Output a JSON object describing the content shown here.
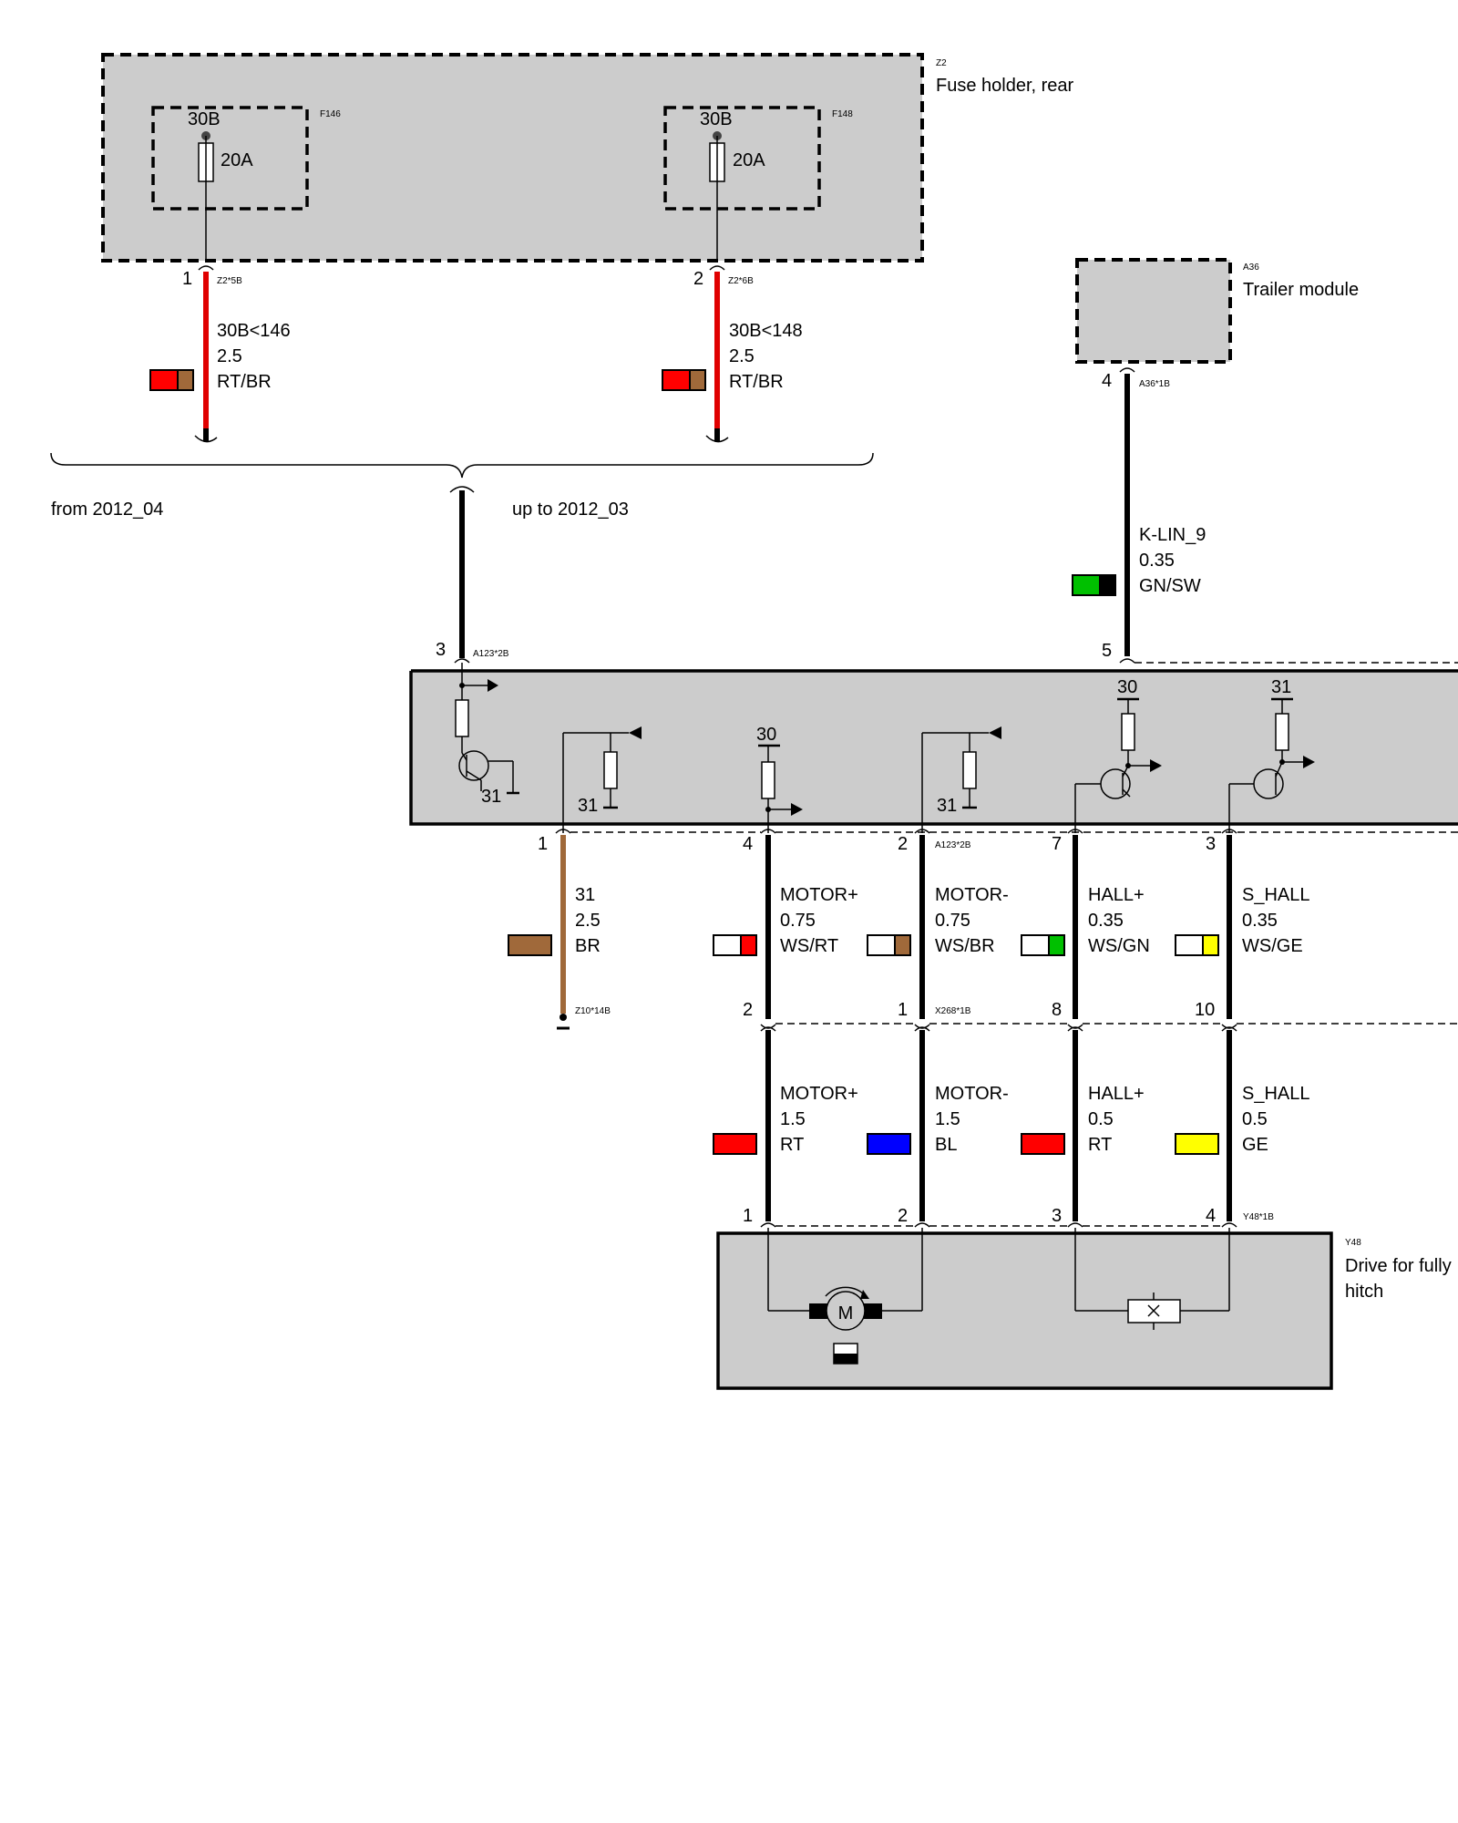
{
  "components": {
    "z2": {
      "id": "Z2",
      "name": "Fuse holder, rear"
    },
    "f146": {
      "id": "F146",
      "terminal": "30B",
      "rating": "20A"
    },
    "f148": {
      "id": "F148",
      "terminal": "30B",
      "rating": "20A"
    },
    "a36": {
      "id": "A36",
      "name": "Trailer module"
    },
    "y48": {
      "id": "Y48",
      "name_line1": "Drive for fully",
      "name_line2": "hitch"
    }
  },
  "brace": {
    "left_label": "from 2012_04",
    "right_label": "up to 2012_03"
  },
  "connectors": {
    "z2_5b": "Z2*5B",
    "z2_6b": "Z2*6B",
    "a36_1b": "A36*1B",
    "a123_2b_top": "A123*2B",
    "a123_2b_bottom": "A123*2B",
    "x268_1b": "X268*1B",
    "z10_14b": "Z10*14B",
    "y48_1b": "Y48*1B"
  },
  "pins": {
    "z2_1": "1",
    "z2_2": "2",
    "a36_4": "4",
    "a123_3": "3",
    "a123_5": "5",
    "a123_1": "1",
    "a123_4": "4",
    "a123_2": "2",
    "a123_7": "7",
    "a123_3b": "3",
    "x268_2": "2",
    "x268_1": "1",
    "x268_8": "8",
    "x268_10": "10",
    "y48_1": "1",
    "y48_2": "2",
    "y48_3": "3",
    "y48_4": "4"
  },
  "module_labels": {
    "gnd_a": "31",
    "gnd_b": "31",
    "gnd_c": "31",
    "supply_a": "30",
    "supply_b": "30",
    "gnd_top": "31"
  },
  "motor_symbol": "M",
  "wires": {
    "w146": {
      "signal": "30B<146",
      "size": "2.5",
      "color": "RT/BR",
      "c1": "#ff0000",
      "c2": "#a0693a"
    },
    "w148": {
      "signal": "30B<148",
      "size": "2.5",
      "color": "RT/BR",
      "c1": "#ff0000",
      "c2": "#a0693a"
    },
    "klin": {
      "signal": "K-LIN_9",
      "size": "0.35",
      "color": "GN/SW",
      "c1": "#00c000",
      "c2": "#000000"
    },
    "gnd": {
      "signal": "31",
      "size": "2.5",
      "color": "BR",
      "c1": "#a0693a"
    },
    "motor_p_top": {
      "signal": "MOTOR+",
      "size": "0.75",
      "color": "WS/RT",
      "c1": "#ffffff",
      "c2": "#ff0000"
    },
    "motor_m_top": {
      "signal": "MOTOR-",
      "size": "0.75",
      "color": "WS/BR",
      "c1": "#ffffff",
      "c2": "#a0693a"
    },
    "hall_p_top": {
      "signal": "HALL+",
      "size": "0.35",
      "color": "WS/GN",
      "c1": "#ffffff",
      "c2": "#00c000"
    },
    "s_hall_top": {
      "signal": "S_HALL",
      "size": "0.35",
      "color": "WS/GE",
      "c1": "#ffffff",
      "c2": "#ffff00"
    },
    "motor_p_bot": {
      "signal": "MOTOR+",
      "size": "1.5",
      "color": "RT",
      "c1": "#ff0000"
    },
    "motor_m_bot": {
      "signal": "MOTOR-",
      "size": "1.5",
      "color": "BL",
      "c1": "#0000ff"
    },
    "hall_p_bot": {
      "signal": "HALL+",
      "size": "0.5",
      "color": "RT",
      "c1": "#ff0000"
    },
    "s_hall_bot": {
      "signal": "S_HALL",
      "size": "0.5",
      "color": "GE",
      "c1": "#ffff00"
    }
  }
}
